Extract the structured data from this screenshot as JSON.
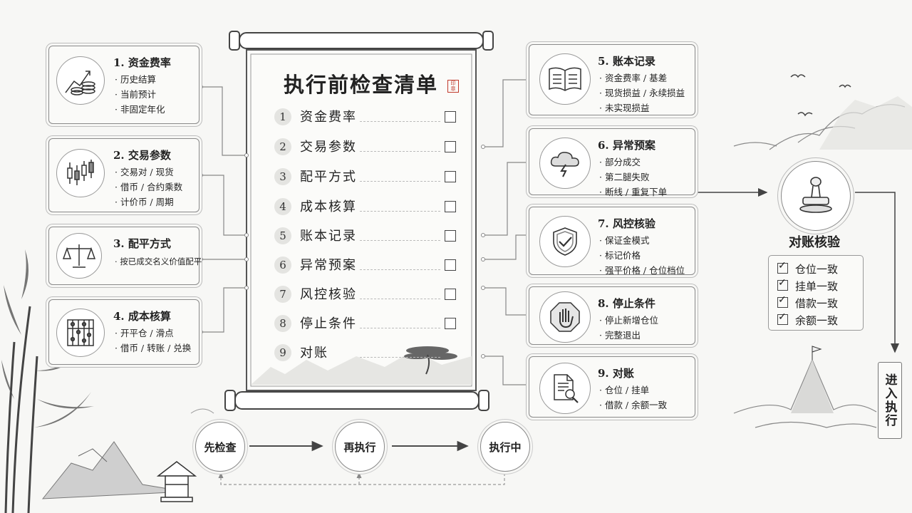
{
  "scroll": {
    "title": "执行前检查清单",
    "seal": "",
    "items": [
      {
        "num": "1",
        "label": "资金费率"
      },
      {
        "num": "2",
        "label": "交易参数"
      },
      {
        "num": "3",
        "label": "配平方式"
      },
      {
        "num": "4",
        "label": "成本核算"
      },
      {
        "num": "5",
        "label": "账本记录"
      },
      {
        "num": "6",
        "label": "异常预案"
      },
      {
        "num": "7",
        "label": "风控核验"
      },
      {
        "num": "8",
        "label": "停止条件"
      },
      {
        "num": "9",
        "label": "对账"
      }
    ]
  },
  "left_cards": [
    {
      "title": "1. 资金费率",
      "icon": "chart-coins-icon",
      "lines": [
        "历史结算",
        "当前预计",
        "非固定年化"
      ]
    },
    {
      "title": "2. 交易参数",
      "icon": "candlestick-icon",
      "lines": [
        "交易对 / 现货",
        "借币 / 合约乘数",
        "计价币 / 周期"
      ]
    },
    {
      "title": "3. 配平方式",
      "icon": "balance-scale-icon",
      "lines": [
        "按已成交名义价值配平"
      ]
    },
    {
      "title": "4. 成本核算",
      "icon": "abacus-icon",
      "lines": [
        "开平仓 / 滑点",
        "借币 / 转账 / 兑换"
      ]
    }
  ],
  "right_cards": [
    {
      "title": "5. 账本记录",
      "icon": "open-book-icon",
      "lines": [
        "资金费率 / 基差",
        "现货损益 / 永续损益",
        "未实现损益"
      ]
    },
    {
      "title": "6. 异常预案",
      "icon": "storm-cloud-icon",
      "lines": [
        "部分成交",
        "第二腿失败",
        "断线 / 重复下单"
      ]
    },
    {
      "title": "7. 风控核验",
      "icon": "shield-check-icon",
      "lines": [
        "保证金模式",
        "标记价格",
        "强平价格 / 仓位档位"
      ]
    },
    {
      "title": "8. 停止条件",
      "icon": "stop-hand-icon",
      "lines": [
        "停止新增仓位",
        "完整退出"
      ]
    },
    {
      "title": "9. 对账",
      "icon": "document-search-icon",
      "lines": [
        "仓位 / 挂单",
        "借款 / 余额一致"
      ]
    }
  ],
  "flow": {
    "step1": "先检查",
    "step2": "再执行",
    "step3": "执行中"
  },
  "verify": {
    "title": "对账核验",
    "icon": "stamp-icon",
    "items": [
      "仓位一致",
      "挂单一致",
      "借款一致",
      "余额一致"
    ]
  },
  "enter": {
    "label": "进入执行"
  },
  "colors": {
    "ink": "#222222",
    "line": "#888888",
    "paper": "#f7f7f5",
    "seal": "#c0392b"
  }
}
